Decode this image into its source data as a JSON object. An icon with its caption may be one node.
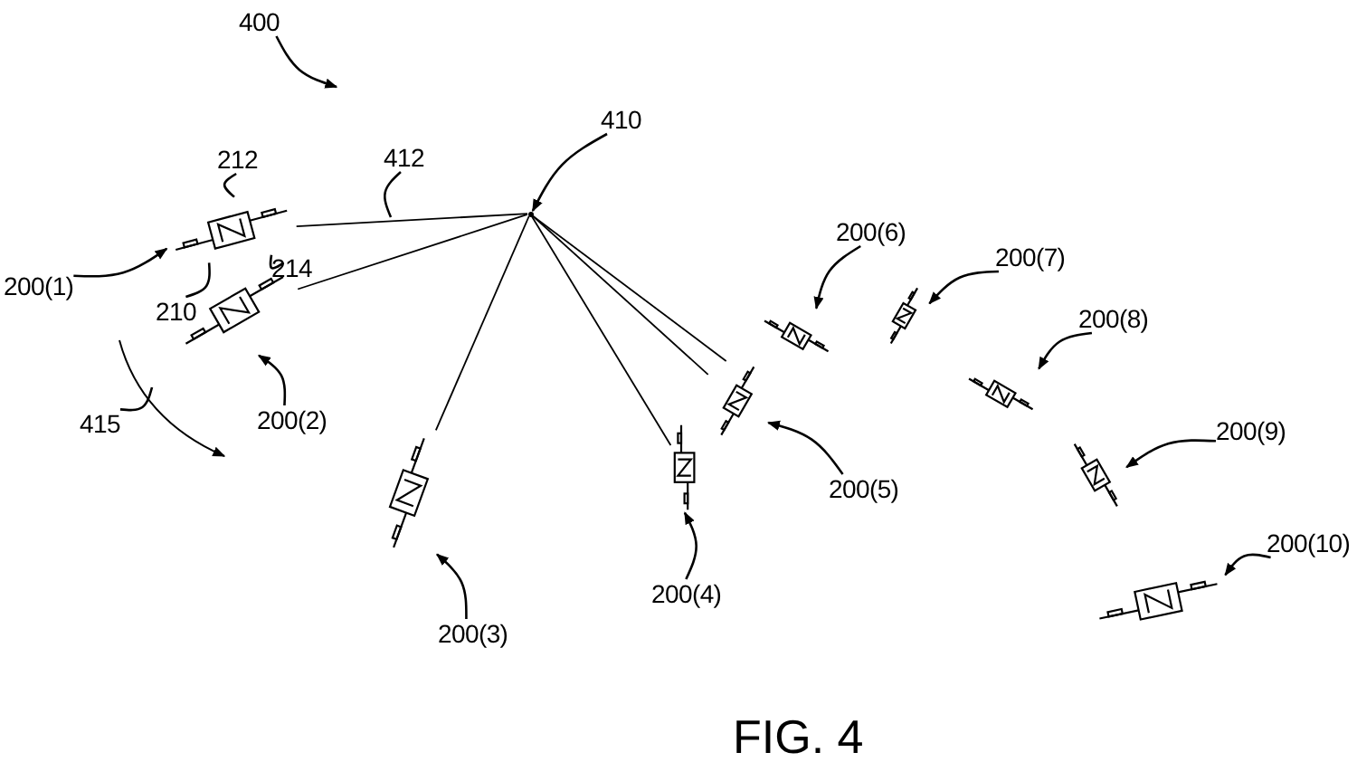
{
  "diagram": {
    "nodes": [
      {
        "text": [
          "400"
        ]
      },
      {
        "text": [
          "410"
        ]
      },
      {
        "text": [],
        "shape": "point"
      },
      {
        "text": [
          "212"
        ]
      },
      {
        "text": [
          "412"
        ]
      },
      {
        "text": [],
        "shape": "picture"
      },
      {
        "text": [
          "200(1)"
        ]
      },
      {
        "text": [
          "210"
        ]
      },
      {
        "text": [
          "214"
        ]
      },
      {
        "text": [],
        "shape": "picture"
      },
      {
        "text": [
          "200(6)"
        ]
      },
      {
        "text": [
          "200(7)"
        ]
      },
      {
        "text": [],
        "shape": "picture"
      },
      {
        "text": [],
        "shape": "picture"
      },
      {
        "text": [
          "200(8)"
        ]
      },
      {
        "text": [],
        "shape": "picture"
      },
      {
        "text": [
          "415"
        ]
      },
      {
        "text": [
          "200(2)"
        ]
      },
      {
        "text": [],
        "shape": "picture"
      },
      {
        "text": [
          "200(9)"
        ]
      },
      {
        "text": [],
        "shape": "picture"
      },
      {
        "text": [
          "200(5)"
        ]
      },
      {
        "text": [],
        "shape": "picture"
      },
      {
        "text": [],
        "shape": "picture"
      },
      {
        "text": [
          "200(10)"
        ]
      },
      {
        "text": [],
        "shape": "picture"
      },
      {
        "text": [
          "200(4)"
        ]
      },
      {
        "text": [
          "200(3)"
        ]
      }
    ],
    "edges": [
      {
        "from": 0,
        "to": null,
        "arrow": "to"
      },
      {
        "from": 1,
        "to": 2,
        "arrow": "to"
      },
      {
        "from": 2,
        "to": 5,
        "arrow": "none"
      },
      {
        "from": 2,
        "to": 9,
        "arrow": "none"
      },
      {
        "from": 2,
        "to": 22,
        "arrow": "none"
      },
      {
        "from": 2,
        "to": 23,
        "arrow": "none"
      },
      {
        "from": 2,
        "to": 18,
        "arrow": "none"
      },
      {
        "from": 2,
        "to": 18,
        "arrow": "none"
      },
      {
        "from": 3,
        "to": 5,
        "arrow": "none"
      },
      {
        "from": 4,
        "to": null,
        "arrow": "none"
      },
      {
        "from": 7,
        "to": 5,
        "arrow": "none"
      },
      {
        "from": 8,
        "to": 5,
        "arrow": "none"
      },
      {
        "from": 16,
        "to": null,
        "arrow": "none"
      },
      {
        "from": 6,
        "to": 5,
        "arrow": "to"
      },
      {
        "from": 17,
        "to": 9,
        "arrow": "to"
      },
      {
        "from": 27,
        "to": 22,
        "arrow": "to"
      },
      {
        "from": 26,
        "to": 23,
        "arrow": "to"
      },
      {
        "from": 21,
        "to": 18,
        "arrow": "to"
      },
      {
        "from": 10,
        "to": 12,
        "arrow": "to"
      },
      {
        "from": 11,
        "to": 13,
        "arrow": "to"
      },
      {
        "from": 14,
        "to": 15,
        "arrow": "to"
      },
      {
        "from": 19,
        "to": 20,
        "arrow": "to"
      },
      {
        "from": 24,
        "to": 25,
        "arrow": "to"
      }
    ],
    "labels": [
      "FIG. 4"
    ]
  }
}
